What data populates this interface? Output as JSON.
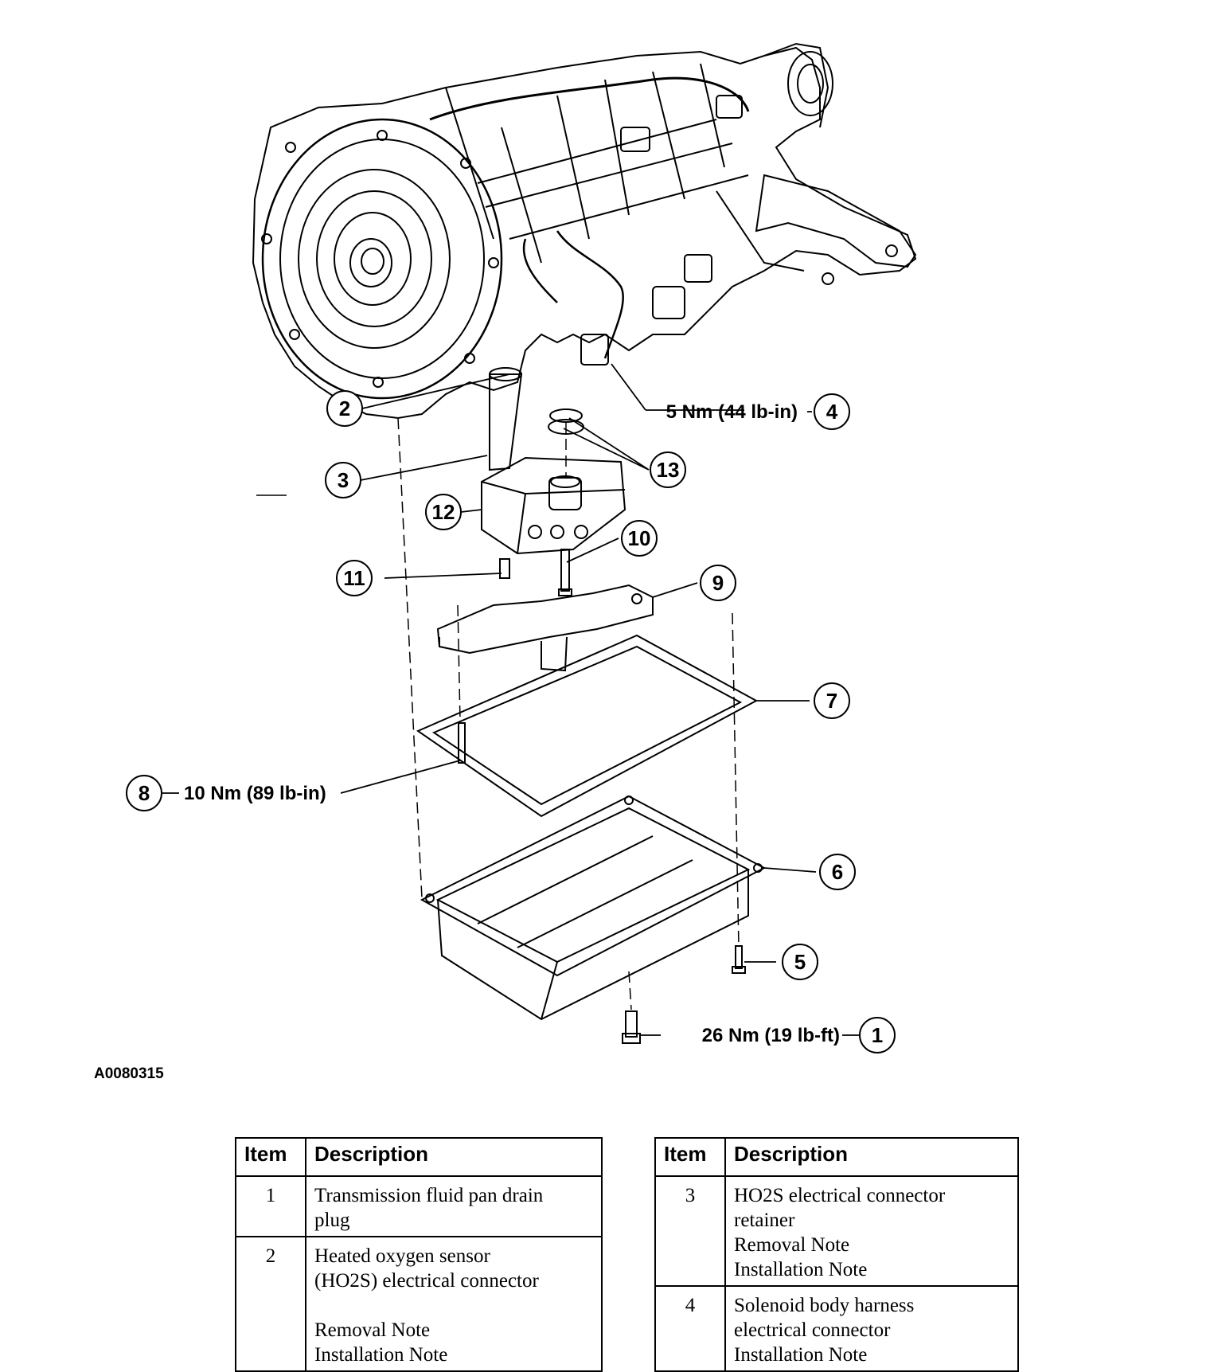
{
  "figure_id": "A0080315",
  "callouts": [
    {
      "num": "1",
      "torque": "26 Nm (19 lb-ft)"
    },
    {
      "num": "2",
      "torque": ""
    },
    {
      "num": "3",
      "torque": ""
    },
    {
      "num": "4",
      "torque": "5 Nm (44 lb-in)"
    },
    {
      "num": "5",
      "torque": ""
    },
    {
      "num": "6",
      "torque": ""
    },
    {
      "num": "7",
      "torque": ""
    },
    {
      "num": "8",
      "torque": "10 Nm (89 lb-in)"
    },
    {
      "num": "9",
      "torque": ""
    },
    {
      "num": "10",
      "torque": ""
    },
    {
      "num": "11",
      "torque": ""
    },
    {
      "num": "12",
      "torque": ""
    },
    {
      "num": "13",
      "torque": ""
    }
  ],
  "tables": [
    {
      "headers": {
        "item": "Item",
        "description": "Description"
      },
      "rows": [
        {
          "item": "1",
          "lines": [
            "Transmission fluid pan drain",
            "plug"
          ]
        },
        {
          "item": "2",
          "lines": [
            "Heated oxygen sensor",
            "(HO2S) electrical connector",
            "",
            "Removal Note",
            "Installation Note"
          ]
        }
      ]
    },
    {
      "headers": {
        "item": "Item",
        "description": "Description"
      },
      "rows": [
        {
          "item": "3",
          "lines": [
            "HO2S electrical connector",
            "retainer",
            "Removal Note",
            "Installation Note"
          ]
        },
        {
          "item": "4",
          "lines": [
            "Solenoid body harness",
            "electrical connector",
            "Installation Note"
          ]
        }
      ]
    }
  ]
}
